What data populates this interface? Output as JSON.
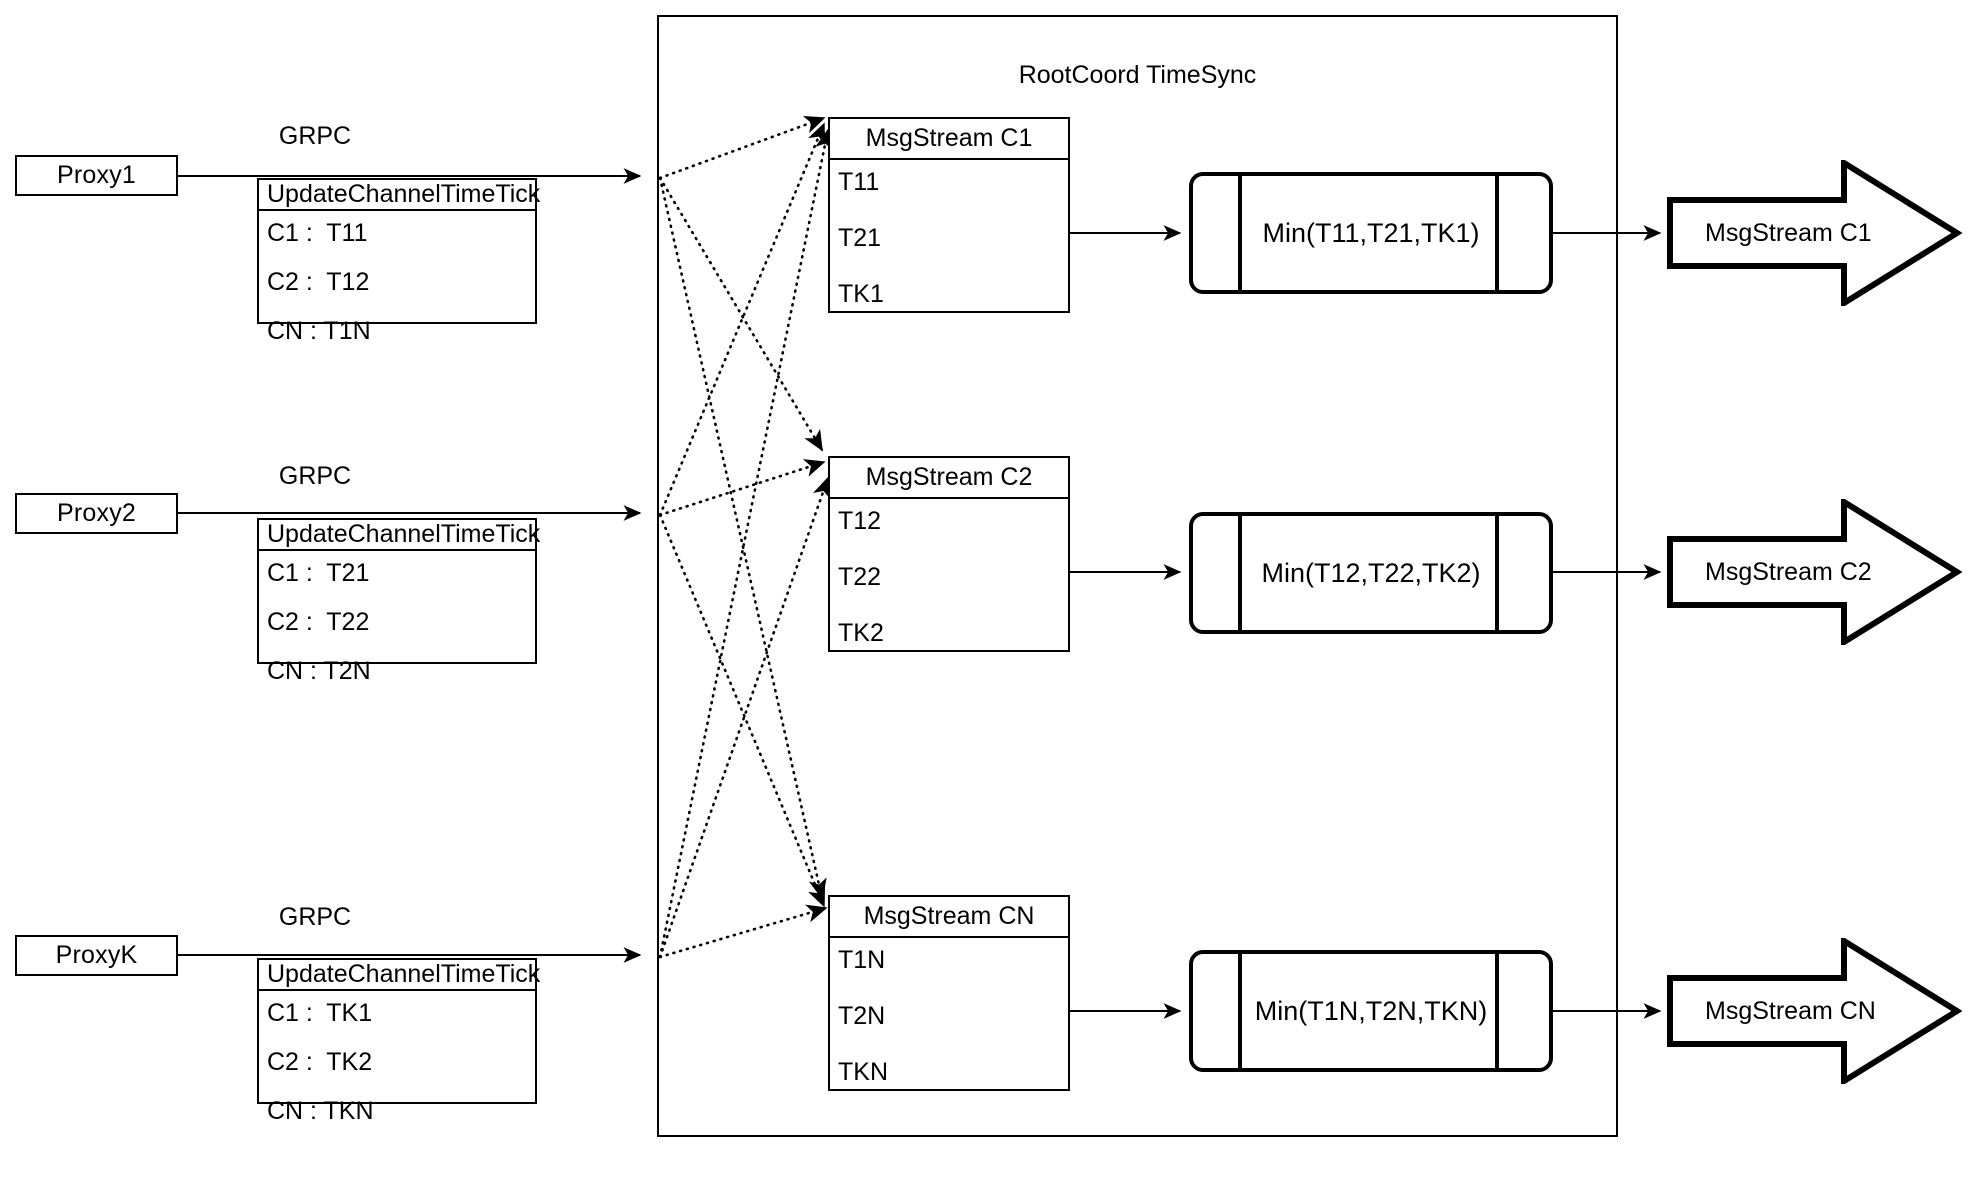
{
  "diagram": {
    "title": "RootCoord TimeSync",
    "container": {
      "label": "RootCoord TimeSync"
    }
  },
  "proxies": [
    {
      "name": "Proxy1",
      "link_label": "GRPC",
      "table": {
        "header": "UpdateChannelTimeTick",
        "rows": [
          "C1 :  T11",
          "C2 :  T12",
          "CN : T1N"
        ]
      }
    },
    {
      "name": "Proxy2",
      "link_label": "GRPC",
      "table": {
        "header": "UpdateChannelTimeTick",
        "rows": [
          "C1 :  T21",
          "C2 :  T22",
          "CN : T2N"
        ]
      }
    },
    {
      "name": "ProxyK",
      "link_label": "GRPC",
      "table": {
        "header": "UpdateChannelTimeTick",
        "rows": [
          "C1 :  TK1",
          "C2 :  TK2",
          "CN : TKN"
        ]
      }
    }
  ],
  "channels": [
    {
      "stream": {
        "header": "MsgStream C1",
        "rows": [
          "T11",
          "T21",
          "TK1"
        ]
      },
      "reducer": {
        "label": "Min(T11,T21,TK1)"
      },
      "output": {
        "label": "MsgStream C1"
      }
    },
    {
      "stream": {
        "header": "MsgStream C2",
        "rows": [
          "T12",
          "T22",
          "TK2"
        ]
      },
      "reducer": {
        "label": "Min(T12,T22,TK2)"
      },
      "output": {
        "label": "MsgStream C2"
      }
    },
    {
      "stream": {
        "header": "MsgStream CN",
        "rows": [
          "T1N",
          "T2N",
          "TKN"
        ]
      },
      "reducer": {
        "label": "Min(T1N,T2N,TKN)"
      },
      "output": {
        "label": "MsgStream CN"
      }
    }
  ],
  "colors": {
    "stroke": "#000000",
    "background": "#ffffff"
  }
}
